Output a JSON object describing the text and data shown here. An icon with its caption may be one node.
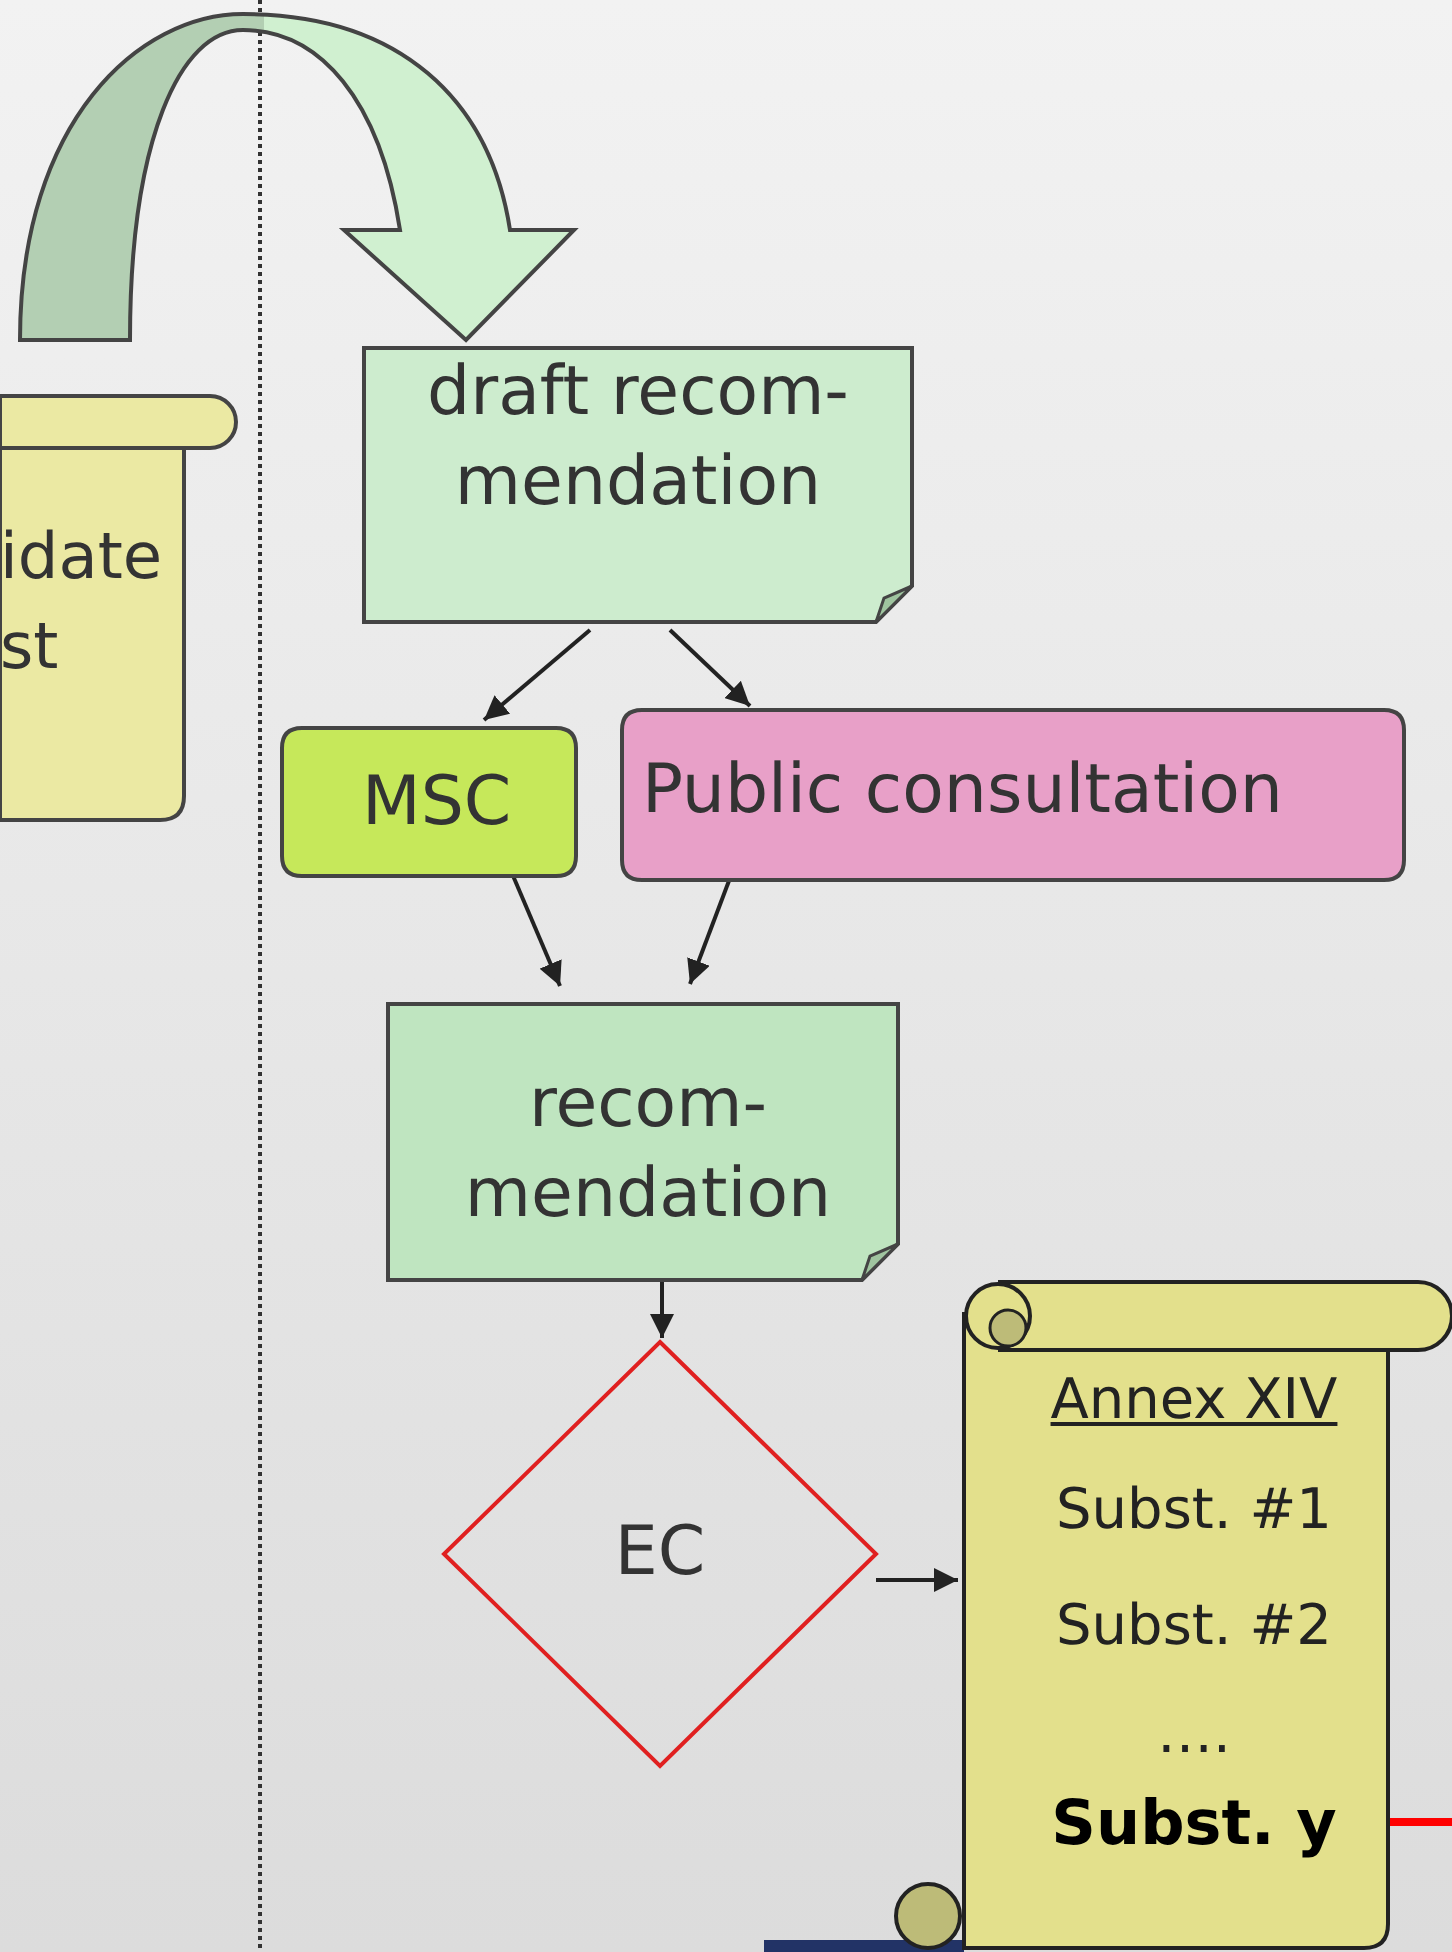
{
  "diagram": {
    "nodes": [
      {
        "text": [
          "idate st"
        ]
      },
      {
        "text": [
          "draft recom- mendation"
        ]
      },
      {
        "text": [
          "MSC"
        ]
      },
      {
        "text": [
          "Public consultation"
        ]
      },
      {
        "text": [
          "recom- mendation"
        ]
      },
      {
        "text": [
          "EC"
        ]
      },
      {
        "text": [
          "Annex XIV",
          "Subst. #1",
          "Subst. #2",
          "….",
          "Subst. y"
        ]
      }
    ],
    "edges": [
      {
        "from": 0,
        "to": 1,
        "arrow": "to"
      },
      {
        "from": 1,
        "to": 2,
        "arrow": "to"
      },
      {
        "from": 1,
        "to": 3,
        "arrow": "to"
      },
      {
        "from": 2,
        "to": 4,
        "arrow": "to"
      },
      {
        "from": 3,
        "to": 4,
        "arrow": "to"
      },
      {
        "from": 4,
        "to": 5,
        "arrow": "to"
      },
      {
        "from": 5,
        "to": 6,
        "arrow": "to"
      },
      {
        "from": 6,
        "to": null,
        "arrow": "none",
        "style": "thick",
        "color": "#ff0000"
      }
    ]
  }
}
